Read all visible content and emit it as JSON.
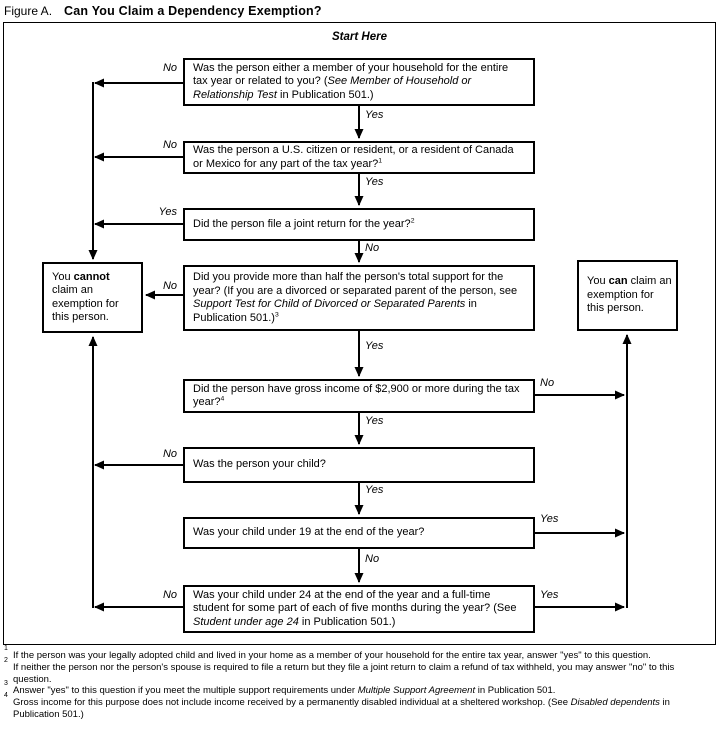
{
  "title": {
    "prefix": "Figure A.",
    "main": "Can You Claim a Dependency Exemption?"
  },
  "flowchart": {
    "start_label": "Start Here",
    "questions": [
      {
        "id": "household",
        "segments": [
          {
            "t": "Was the person either a member of your household for the entire tax year or related to you? (",
            "s": ""
          },
          {
            "t": "See Member of Household or Relationship Test",
            "s": "i"
          },
          {
            "t": " in Publication 501.)",
            "s": ""
          }
        ]
      },
      {
        "id": "citizen",
        "segments": [
          {
            "t": "Was the person a U.S. citizen or resident, or a resident of Canada or Mexico for any part of the tax year?",
            "s": ""
          },
          {
            "t": "1",
            "s": "sup"
          }
        ]
      },
      {
        "id": "joint-return",
        "segments": [
          {
            "t": "Did the person file a joint return for the year?",
            "s": ""
          },
          {
            "t": "2",
            "s": "sup"
          }
        ]
      },
      {
        "id": "support",
        "segments": [
          {
            "t": "Did you provide more than half the person's total support for the year? (If you are a divorced or separated parent of the person, see ",
            "s": ""
          },
          {
            "t": "Support Test for Child of Divorced or Separated Parents",
            "s": "i"
          },
          {
            "t": " in Publication 501.)",
            "s": ""
          },
          {
            "t": "3",
            "s": "sup"
          }
        ]
      },
      {
        "id": "gross-income",
        "segments": [
          {
            "t": "Did the person have gross income of $2,900 or more during the tax year?",
            "s": ""
          },
          {
            "t": "4",
            "s": "sup"
          }
        ]
      },
      {
        "id": "your-child",
        "segments": [
          {
            "t": "Was the person your child?",
            "s": ""
          }
        ]
      },
      {
        "id": "under-19",
        "segments": [
          {
            "t": "Was your child under 19 at the end of the year?",
            "s": ""
          }
        ]
      },
      {
        "id": "under-24",
        "segments": [
          {
            "t": "Was your child under 24 at the end of the year and a full-time student for some part of each of five months during the year? (See ",
            "s": ""
          },
          {
            "t": "Student under age 24",
            "s": "i"
          },
          {
            "t": " in Publication 501.)",
            "s": ""
          }
        ]
      }
    ],
    "results": {
      "cannot": {
        "segments": [
          {
            "t": "You ",
            "s": ""
          },
          {
            "t": "cannot",
            "s": "b"
          },
          {
            "t": " claim an exemption for this person.",
            "s": ""
          }
        ]
      },
      "can": {
        "segments": [
          {
            "t": "You ",
            "s": ""
          },
          {
            "t": "can",
            "s": "b"
          },
          {
            "t": " claim an exemption for this person.",
            "s": ""
          }
        ]
      }
    },
    "edges": [
      {
        "from": "household",
        "to": "cannot",
        "label": "No"
      },
      {
        "from": "household",
        "to": "citizen",
        "label": "Yes"
      },
      {
        "from": "citizen",
        "to": "cannot",
        "label": "No"
      },
      {
        "from": "citizen",
        "to": "joint-return",
        "label": "Yes"
      },
      {
        "from": "joint-return",
        "to": "cannot",
        "label": "Yes"
      },
      {
        "from": "joint-return",
        "to": "support",
        "label": "No"
      },
      {
        "from": "support",
        "to": "cannot",
        "label": "No"
      },
      {
        "from": "support",
        "to": "gross-income",
        "label": "Yes"
      },
      {
        "from": "gross-income",
        "to": "can",
        "label": "No"
      },
      {
        "from": "gross-income",
        "to": "your-child",
        "label": "Yes"
      },
      {
        "from": "your-child",
        "to": "cannot",
        "label": "No"
      },
      {
        "from": "your-child",
        "to": "under-19",
        "label": "Yes"
      },
      {
        "from": "under-19",
        "to": "can",
        "label": "Yes"
      },
      {
        "from": "under-19",
        "to": "under-24",
        "label": "No"
      },
      {
        "from": "under-24",
        "to": "cannot",
        "label": "No"
      },
      {
        "from": "under-24",
        "to": "can",
        "label": "Yes"
      }
    ]
  },
  "footnotes": [
    {
      "marker": "1",
      "segments": [
        {
          "t": "If the person was your legally adopted child and lived in your home as a member of your household for the entire tax year, answer \"yes\" to this question.",
          "s": ""
        }
      ]
    },
    {
      "marker": "2",
      "segments": [
        {
          "t": "If neither the person nor the person's spouse is required to file a return but they file a joint return to claim a refund of tax withheld, you may answer \"no\" to this question.",
          "s": ""
        }
      ]
    },
    {
      "marker": "3",
      "segments": [
        {
          "t": "Answer \"yes\" to this question if you meet the multiple support requirements under ",
          "s": ""
        },
        {
          "t": "Multiple Support Agreement",
          "s": "i"
        },
        {
          "t": " in Publication 501.",
          "s": ""
        }
      ]
    },
    {
      "marker": "4",
      "segments": [
        {
          "t": "Gross income for this purpose does not include income received by a permanently disabled individual at a sheltered workshop. (See ",
          "s": ""
        },
        {
          "t": "Disabled dependents",
          "s": "i"
        },
        {
          "t": " in Publication 501.)",
          "s": ""
        }
      ]
    }
  ],
  "colors": {
    "ink": "#000000",
    "paper": "#ffffff"
  }
}
